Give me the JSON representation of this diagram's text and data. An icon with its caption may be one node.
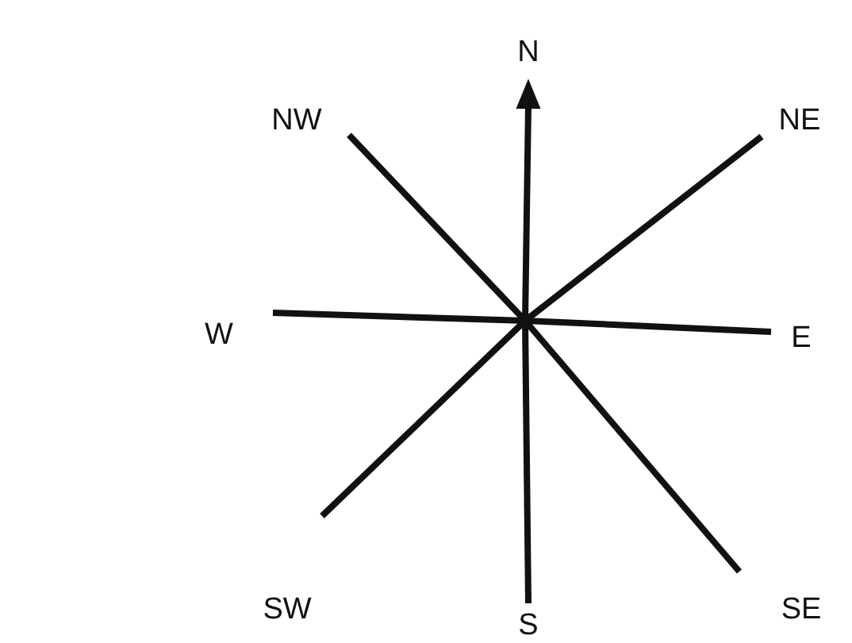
{
  "diagram": {
    "labels": [
      "N",
      "NW",
      "NE",
      "W",
      "E",
      "SW",
      "SE",
      "S"
    ]
  }
}
